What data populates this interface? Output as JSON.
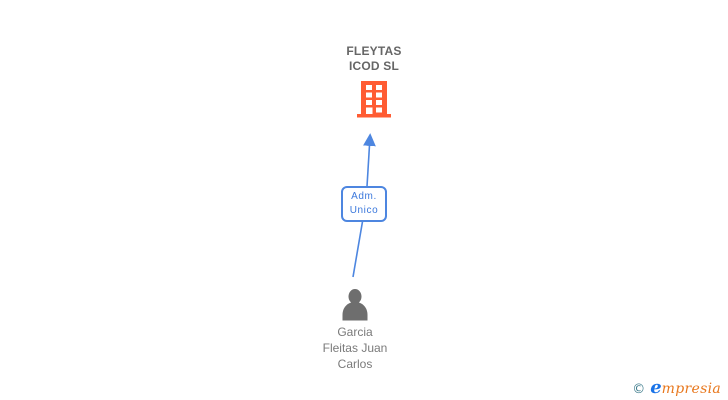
{
  "diagram": {
    "company": {
      "name_line1": "FLEYTAS",
      "name_line2": "ICOD SL"
    },
    "edge": {
      "label_line1": "Adm.",
      "label_line2": "Unico"
    },
    "person": {
      "name_line1": "Garcia",
      "name_line2": "Fleitas Juan",
      "name_line3": "Carlos"
    },
    "colors": {
      "building_icon": "#FF5C33",
      "connector": "#4D86E0",
      "edge_label_text": "#3B78DC",
      "company_text": "#666666",
      "person_text": "#7A7A7A",
      "person_icon": "#6E6E6E"
    }
  },
  "footer": {
    "copyright_symbol": "©",
    "brand_initial": "e",
    "brand_rest": "mpresia"
  }
}
